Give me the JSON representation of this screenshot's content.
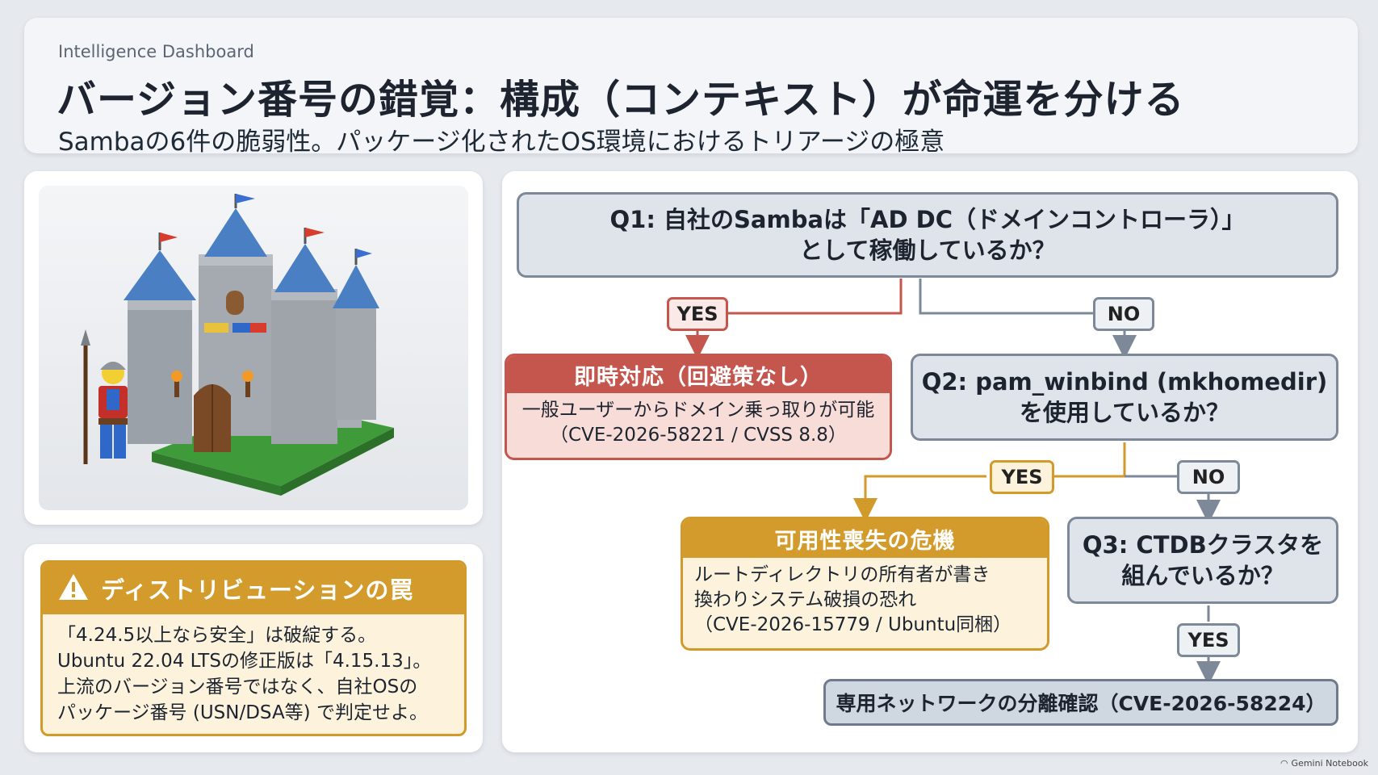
{
  "header": {
    "kicker": "Intelligence Dashboard",
    "title": "バージョン番号の錯覚：構成（コンテキスト）が命運を分ける",
    "subtitle": "Sambaの6件の脆弱性。パッケージ化されたOS環境におけるトリアージの極意"
  },
  "warning": {
    "icon": "warning-triangle-icon",
    "title": "ディストリビューションの罠",
    "lines": [
      "「4.24.5以上なら安全」は破綻する。",
      "Ubuntu 22.04 LTSの修正版は「4.15.13」。",
      "上流のバージョン番号ではなく、自社OSの",
      "パッケージ番号 (USN/DSA等) で判定せよ。"
    ]
  },
  "flow": {
    "q1": {
      "line1": "Q1: 自社のSambaは「AD DC（ドメインコントローラ）」",
      "line2": "として稼働しているか？"
    },
    "q1_yes": "YES",
    "q1_no": "NO",
    "red_outcome": {
      "title": "即時対応（回避策なし）",
      "line1": "一般ユーザーからドメイン乗っ取りが可能",
      "line2": "（CVE-2026-58221 / CVSS 8.8）"
    },
    "q2": {
      "line1": "Q2: pam_winbind (mkhomedir)",
      "line2": "を使用しているか？"
    },
    "q2_yes": "YES",
    "q2_no": "NO",
    "gold_outcome": {
      "title": "可用性喪失の危機",
      "line1": "ルートディレクトリの所有者が書き",
      "line2": "換わりシステム破損の恐れ",
      "line3": "（CVE-2026-15779 / Ubuntu同梱）"
    },
    "q3": {
      "line1": "Q3: CTDBクラスタを",
      "line2": "組んでいるか？"
    },
    "q3_yes": "YES",
    "final": "専用ネットワークの分離確認（CVE-2026-58224）"
  },
  "image": {
    "subject": "castle-toy-illustration"
  },
  "watermark": "Gemini Notebook",
  "colors": {
    "danger": "#c4564e",
    "warning": "#d39b2c",
    "neutral": "#7d8898",
    "background": "#e6e9ee"
  }
}
